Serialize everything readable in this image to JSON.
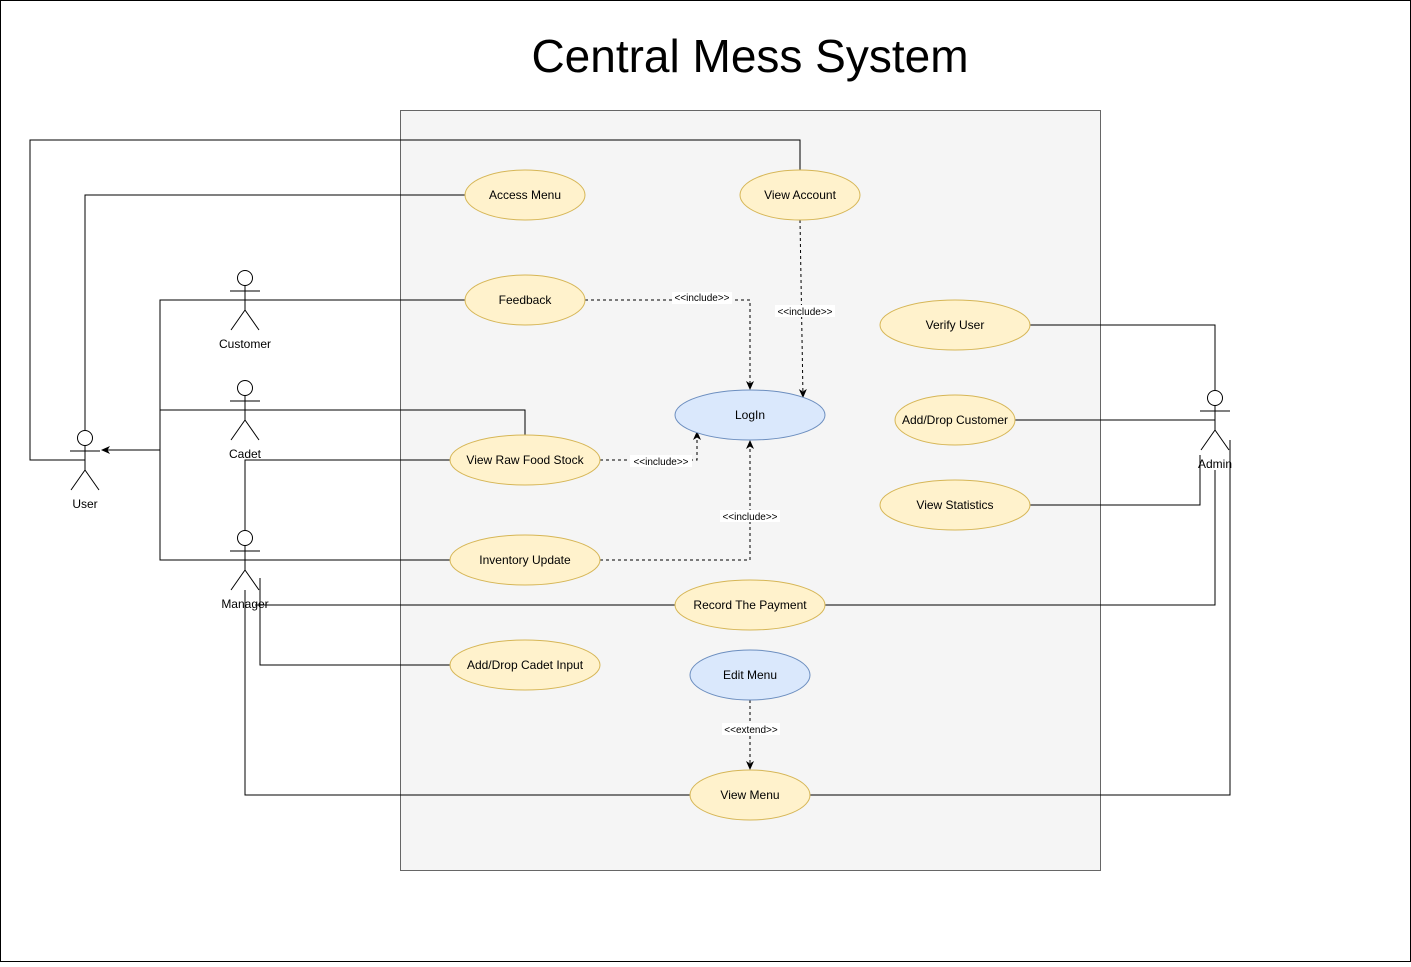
{
  "diagram": {
    "title": "Central Mess System",
    "colors": {
      "use_case_fill": "#fff2cc",
      "use_case_stroke": "#d6b656",
      "highlight_fill": "#dae8fc",
      "highlight_stroke": "#6c8ebf",
      "boundary_fill": "#f5f5f5",
      "boundary_stroke": "#666666",
      "line": "#000000"
    },
    "actors": {
      "customer": "Customer",
      "cadet": "Cadet",
      "user": "User",
      "manager": "Manager",
      "admin": "Admin"
    },
    "use_cases": {
      "access_menu": "Access Menu",
      "view_account": "View Account",
      "feedback": "Feedback",
      "verify_user": "Verify User",
      "login": "LogIn",
      "add_drop_customer": "Add/Drop Customer",
      "view_raw_food_stock": "View Raw Food Stock",
      "view_statistics": "View Statistics",
      "inventory_update": "Inventory Update",
      "record_payment": "Record The Payment",
      "add_drop_cadet_input": "Add/Drop Cadet Input",
      "edit_menu": "Edit Menu",
      "view_menu": "View Menu"
    },
    "relations": {
      "include_feedback": "<<include>>",
      "include_view_account": "<<include>>",
      "include_raw_food": "<<include>>",
      "include_inventory": "<<include>>",
      "extend_edit_menu": "<<extend>>"
    }
  }
}
